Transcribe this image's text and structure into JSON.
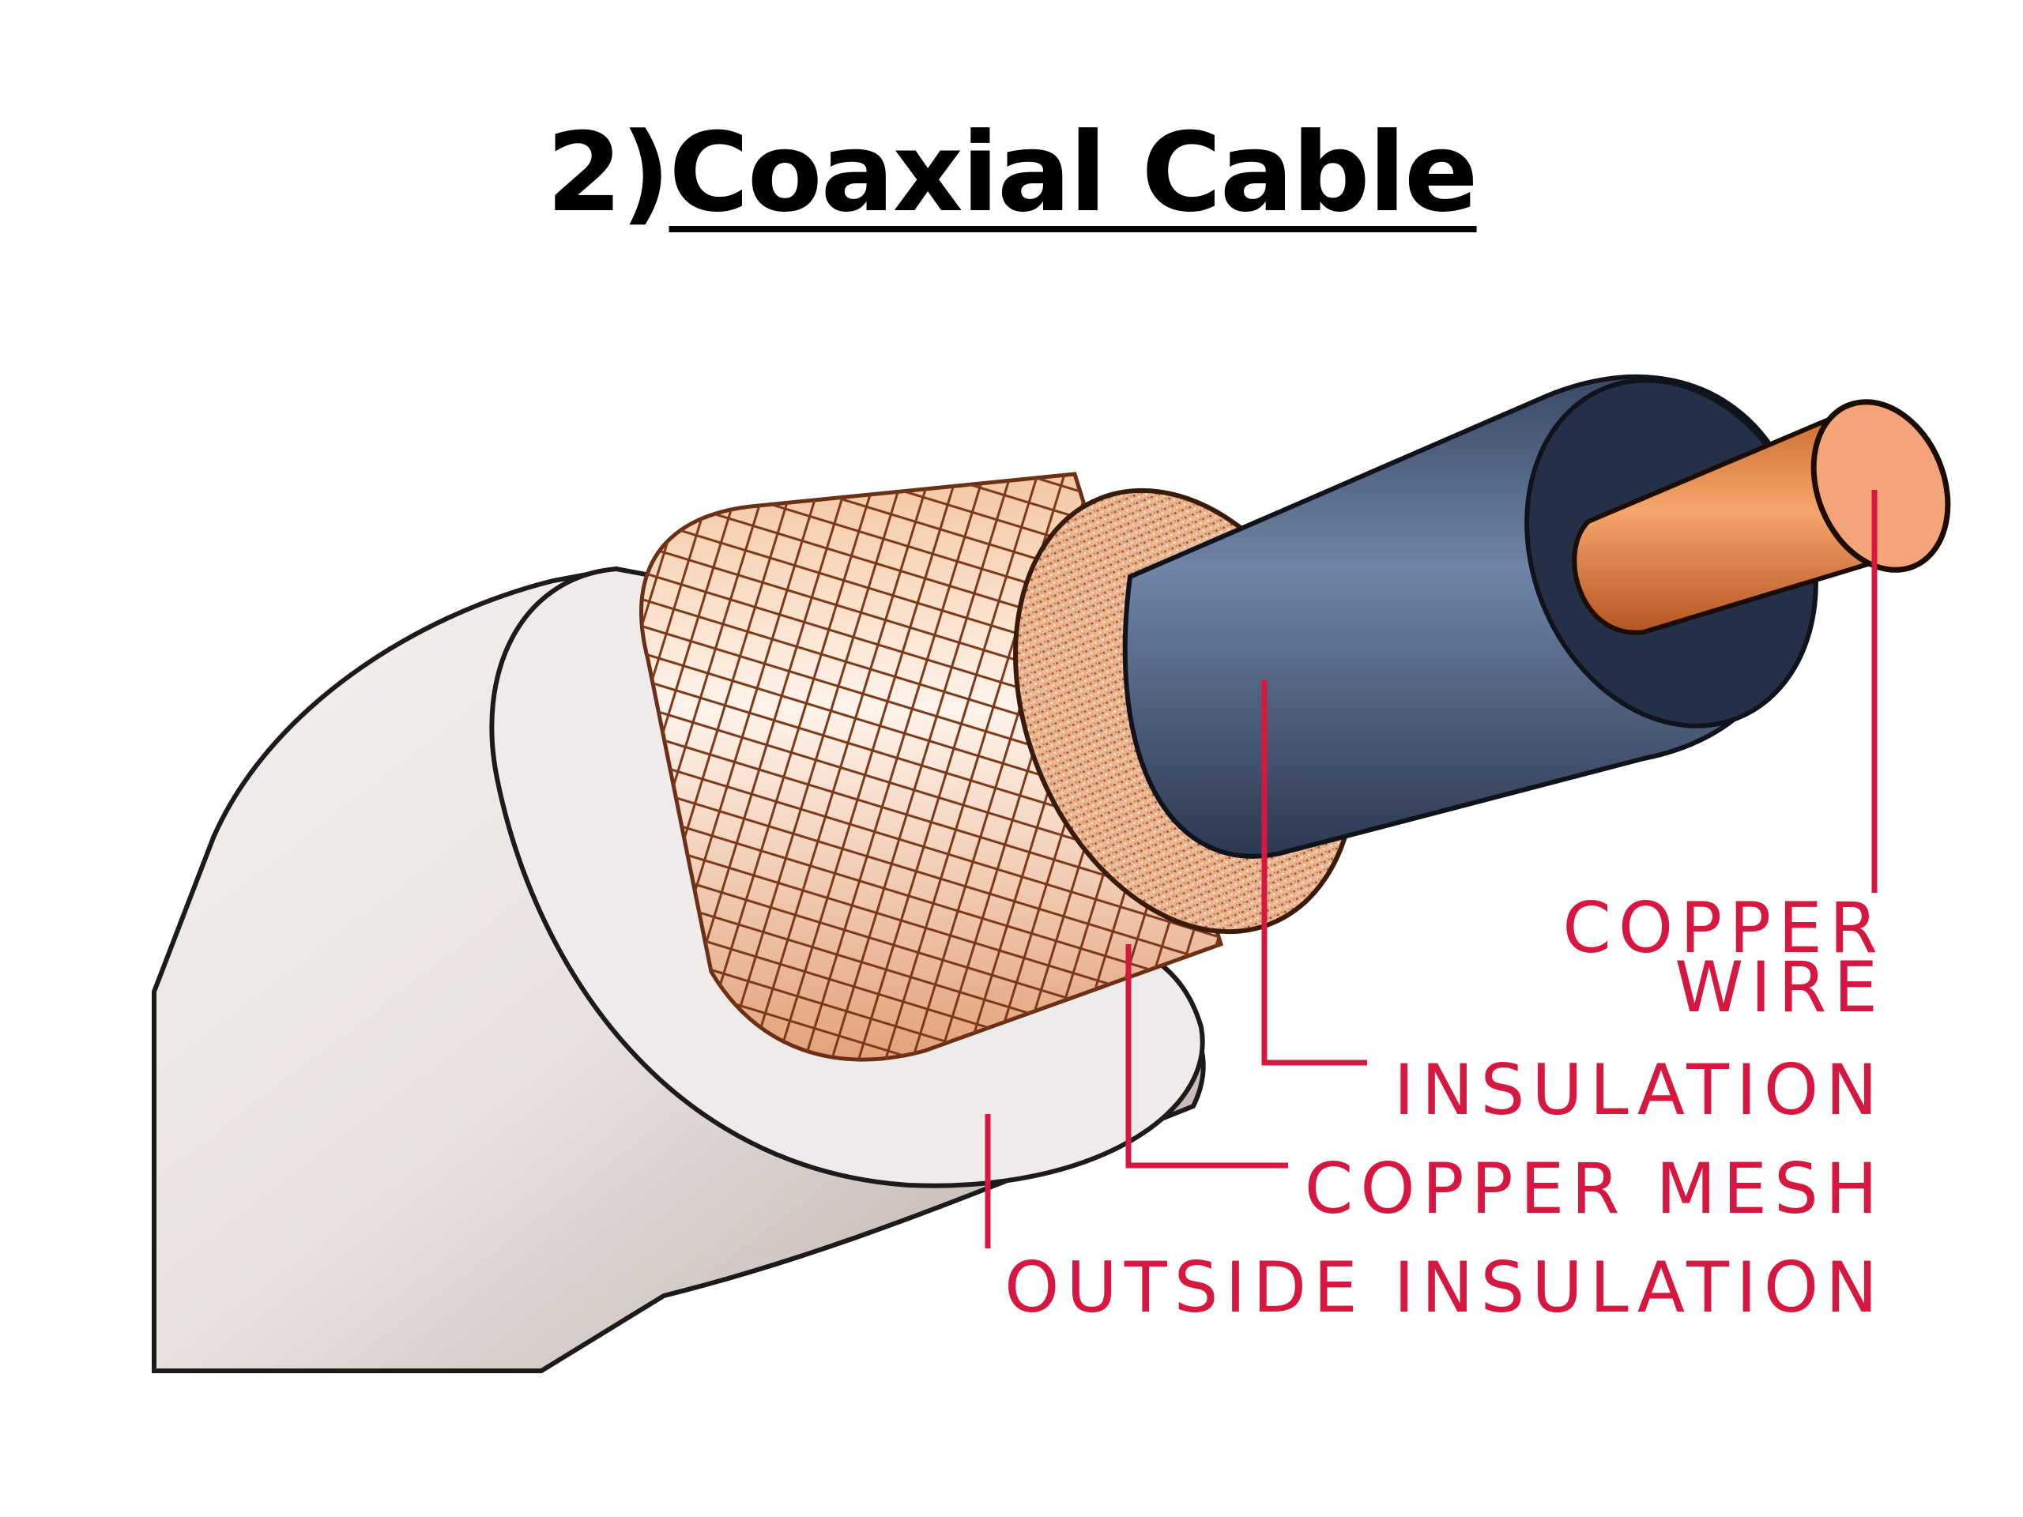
{
  "title": {
    "prefix": "2)",
    "main": "Coaxial Cable"
  },
  "labels": {
    "copper_wire_line1": "COPPER",
    "copper_wire_line2": "WIRE",
    "insulation": "INSULATION",
    "copper_mesh": "COPPER MESH",
    "outside_insulation": "OUTSIDE INSULATION"
  },
  "colors": {
    "label": "#d6173f",
    "outer_jacket": "#e6e0df",
    "copper": "#e08a4e",
    "inner_insulation": "#3d4c66",
    "dielectric": "#d89a70"
  }
}
